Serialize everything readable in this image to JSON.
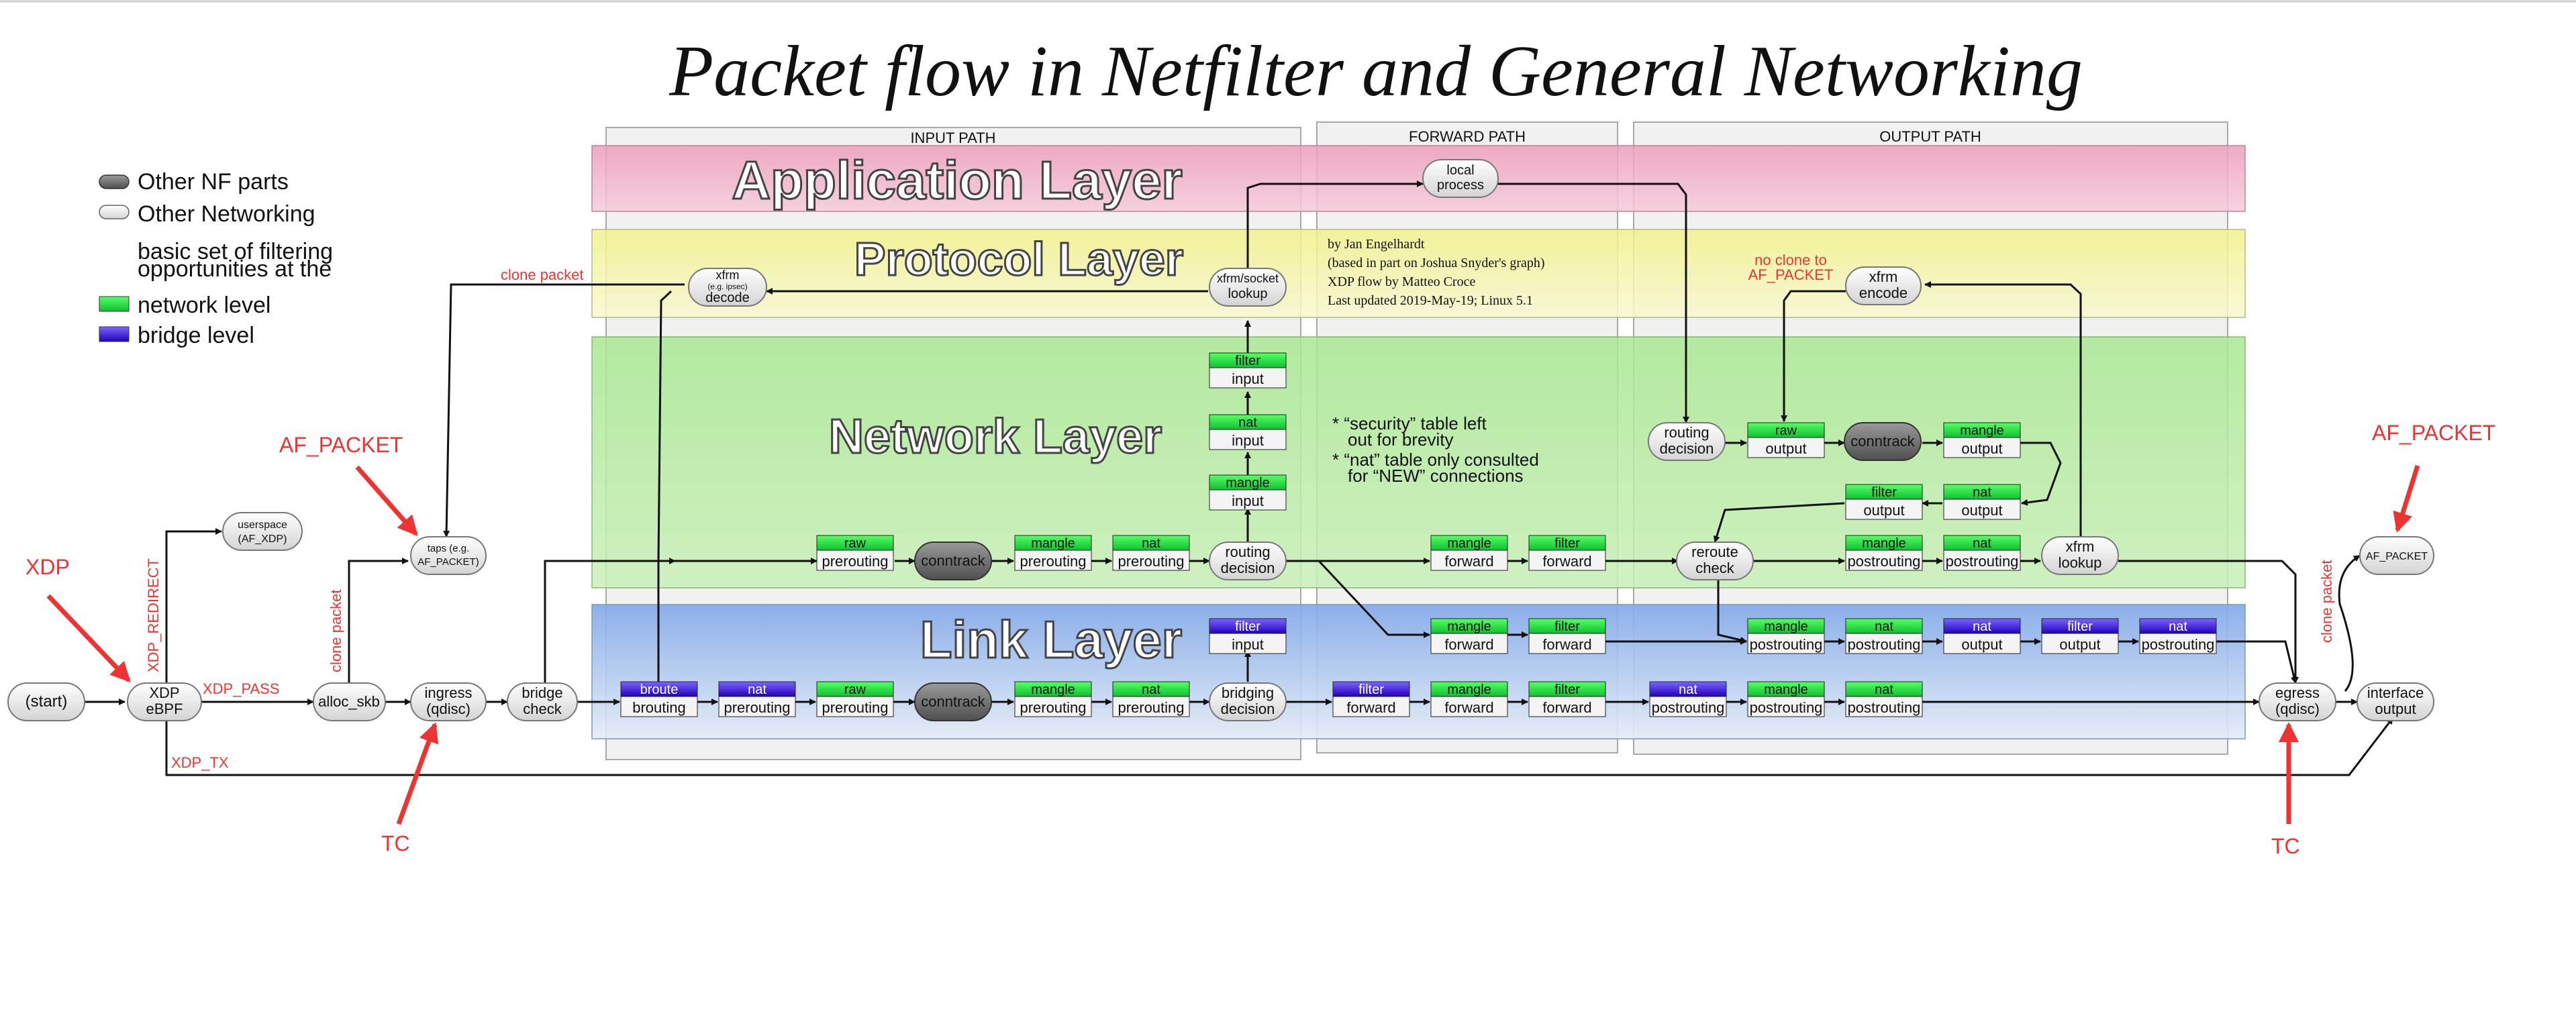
{
  "title": "Packet flow in Netfilter and General Networking",
  "legend": {
    "nf_parts": "Other NF parts",
    "networking": "Other Networking",
    "basic_line1": "basic set of filtering",
    "basic_line2": "opportunities at the",
    "network_level": "network level",
    "bridge_level": "bridge level"
  },
  "paths": {
    "input": "INPUT PATH",
    "forward": "FORWARD PATH",
    "output": "OUTPUT PATH"
  },
  "layers": {
    "application": "Application Layer",
    "protocol": "Protocol Layer",
    "network": "Network Layer",
    "link": "Link Layer"
  },
  "credits": {
    "line1": "by Jan Engelhardt",
    "line2": "(based in part on Joshua Snyder's graph)",
    "line3": "XDP flow by Matteo Croce",
    "line4": "Last updated 2019-May-19; Linux 5.1"
  },
  "notes": {
    "n1a": "* “security” table left",
    "n1b": "out for brevity",
    "n2a": "* “nat” table only consulted",
    "n2b": "for “NEW” connections"
  },
  "nodes": {
    "start": "(start)",
    "xdp1": "XDP",
    "xdp2": "eBPF",
    "userspace1": "userspace",
    "userspace2": "(AF_XDP)",
    "alloc": "alloc_skb",
    "ingress1": "ingress",
    "ingress2": "(qdisc)",
    "taps1": "taps (e.g.",
    "taps2": "AF_PACKET)",
    "bridgecheck1": "bridge",
    "bridgecheck2": "check",
    "xfrmdecode1": "xfrm",
    "xfrmdecode2": "(e.g. ipsec)",
    "xfrmdecode3": "decode",
    "socket1": "xfrm/socket",
    "socket2": "lookup",
    "local1": "local",
    "local2": "process",
    "routing1": "routing",
    "routing2": "decision",
    "bridging1": "bridging",
    "bridging2": "decision",
    "routedec1": "routing",
    "routedec2": "decision",
    "xfrmencode1": "xfrm",
    "xfrmencode2": "encode",
    "reroute1": "reroute",
    "reroute2": "check",
    "xfrmlookup1": "xfrm",
    "xfrmlookup2": "lookup",
    "egress1": "egress",
    "egress2": "(qdisc)",
    "iface1": "interface",
    "iface2": "output",
    "afpacket_node": "AF_PACKET",
    "conntrack": "conntrack"
  },
  "chains": {
    "raw": "raw",
    "mangle": "mangle",
    "nat": "nat",
    "filter": "filter",
    "broute": "broute",
    "prerouting": "prerouting",
    "input": "input",
    "forward": "forward",
    "output": "output",
    "postrouting": "postrouting",
    "brouting": "brouting"
  },
  "edge_labels": {
    "xdp_redirect": "XDP_REDIRECT",
    "xdp_pass": "XDP_PASS",
    "xdp_tx": "XDP_TX",
    "clone_packet": "clone packet",
    "no_clone1": "no clone to",
    "no_clone2": "AF_PACKET"
  },
  "callouts": {
    "xdp": "XDP",
    "af_packet_left": "AF_PACKET",
    "tc_left": "TC",
    "af_packet_right": "AF_PACKET",
    "tc_right": "TC"
  },
  "colors": {
    "network_level": "#22ee44",
    "bridge_level": "#4422dd",
    "application_band": "#f2a9c4",
    "protocol_band": "#f4f4a6",
    "network_band": "#b5eca2",
    "link_band": "#9fc0ea",
    "annotation_red": "#ee3333"
  }
}
